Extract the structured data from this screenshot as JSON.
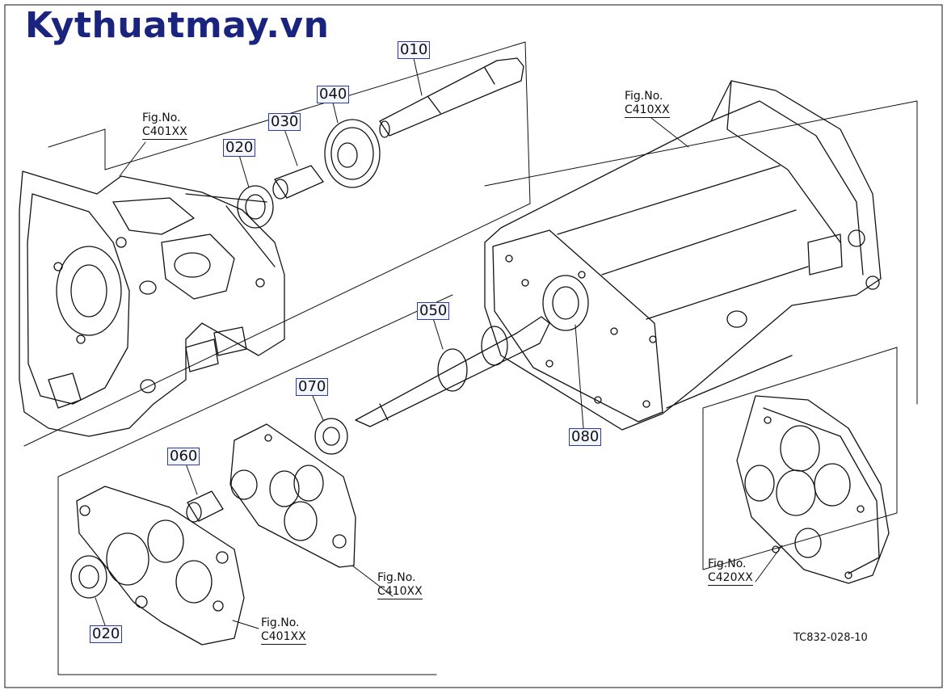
{
  "watermark": "Kythuatmay.vn",
  "parts": {
    "p010": "010",
    "p020_top": "020",
    "p030": "030",
    "p040": "040",
    "p050": "050",
    "p060": "060",
    "p070": "070",
    "p080": "080",
    "p020_bottom": "020"
  },
  "figs": {
    "fig_label": "Fig.No.",
    "c401_top": "C401XX",
    "c410_top": "C410XX",
    "c410_mid": "C410XX",
    "c401_bottom": "C401XX",
    "c420": "C420XX"
  },
  "drawing_ref": "TC832-028-10"
}
